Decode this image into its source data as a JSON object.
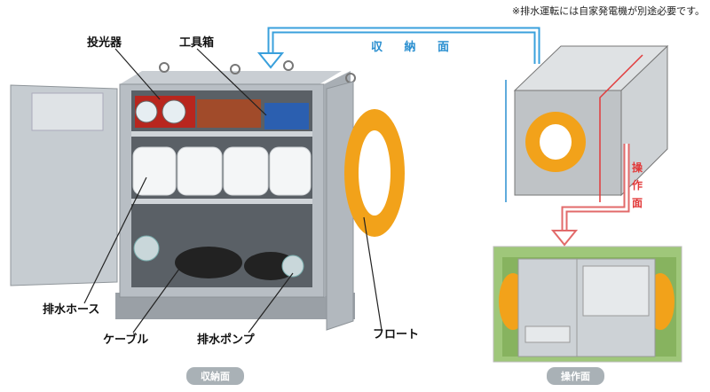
{
  "note": "※排水運転には自家発電機が別途必要です。",
  "labels": {
    "light": "投光器",
    "toolbox": "工具箱",
    "hose": "排水ホース",
    "cable": "ケーブル",
    "pump": "排水ポンプ",
    "float": "フロート"
  },
  "storage_face": "収 納 面",
  "operation_face": [
    "操",
    "作",
    "面"
  ],
  "captions": {
    "storage": "収納面",
    "operation": "操作面"
  },
  "icons": [
    "arrow-icon"
  ]
}
